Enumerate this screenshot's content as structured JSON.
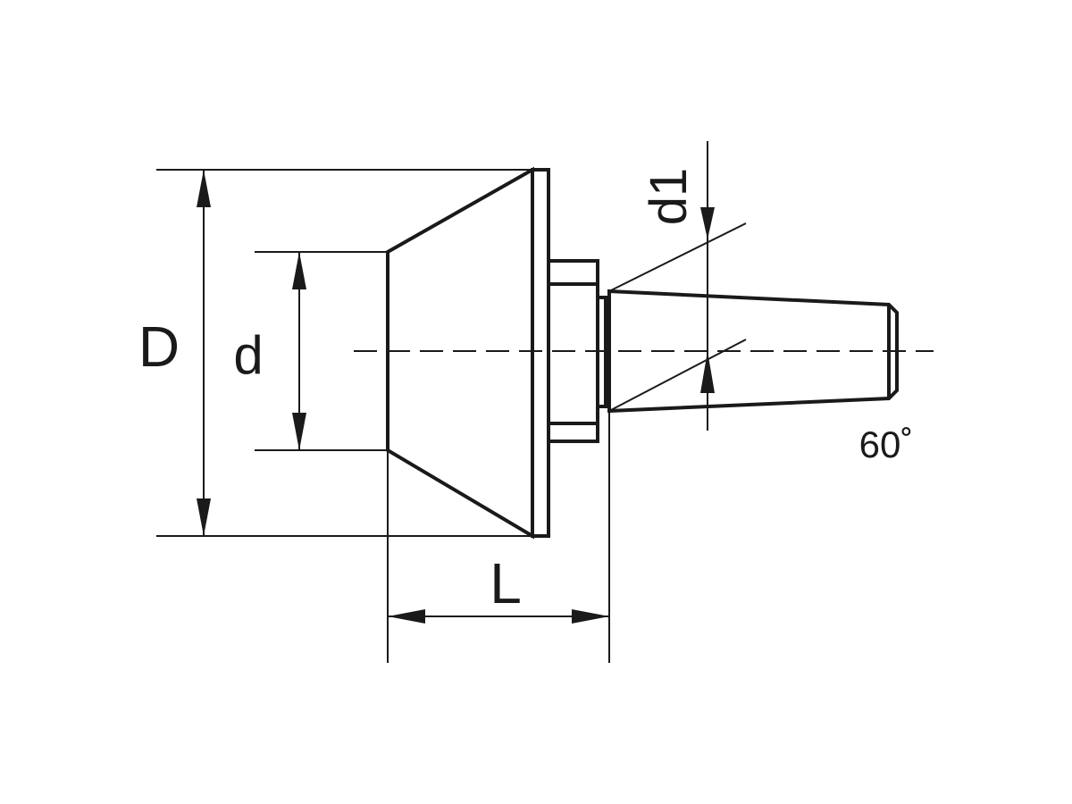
{
  "labels": {
    "D": "D",
    "d": "d",
    "L": "L",
    "d1": "d1",
    "angle": "60˚"
  }
}
